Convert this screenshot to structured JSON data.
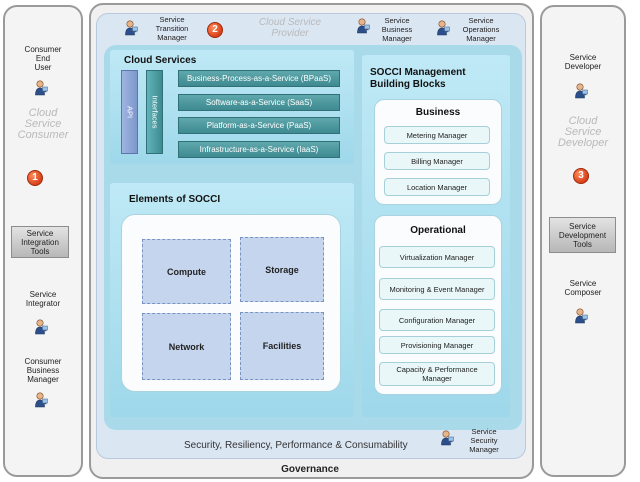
{
  "left_panel": {
    "consumer_end_user": "Consumer\nEnd\nUser",
    "title": "Cloud\nService\nConsumer",
    "badge": "1",
    "integration_tools": "Service\nIntegration\nTools",
    "service_integrator": "Service\nIntegrator",
    "consumer_business_manager": "Consumer\nBusiness\nManager"
  },
  "middle_panel": {
    "provider_title": "Cloud Service\nProvider",
    "badge": "2",
    "service_transition_manager": "Service\nTransition\nManager",
    "service_business_manager": "Service\nBusiness\nManager",
    "service_operations_manager": "Service\nOperations\nManager",
    "cloud_services": {
      "title": "Cloud Services",
      "api": "API",
      "interfaces": "Interfaces",
      "services": [
        "Business-Process-as-a-Service (BPaaS)",
        "Software-as-a-Service (SaaS)",
        "Platform-as-a-Service (PaaS)",
        "Infrastructure-as-a-Service (IaaS)"
      ]
    },
    "elements": {
      "title": "Elements of SOCCI",
      "cells": [
        "Compute",
        "Storage",
        "Network",
        "Facilities"
      ]
    },
    "socci": {
      "title": "SOCCI Management\nBuilding Blocks",
      "business_title": "Business",
      "business_items": [
        "Metering Manager",
        "Billing Manager",
        "Location Manager"
      ],
      "operational_title": "Operational",
      "operational_items": [
        "Virtualization Manager",
        "Monitoring & Event Manager",
        "Configuration Manager",
        "Provisioning Manager",
        "Capacity & Performance\nManager"
      ]
    },
    "bottom_text": "Security, Resiliency, Performance & Consumability",
    "service_security_manager": "Service\nSecurity\nManager",
    "governance": "Governance"
  },
  "right_panel": {
    "service_developer": "Service\nDeveloper",
    "title": "Cloud\nService\nDeveloper",
    "badge": "3",
    "development_tools": "Service\nDevelopment\nTools",
    "service_composer": "Service\nComposer"
  },
  "colors": {
    "badge": "#d8401a",
    "provider_bg": "#dbe6f3",
    "inner_blue": "#a8daea",
    "service_bar": "#3e8a90",
    "element_cell": "#c6d5ee"
  }
}
